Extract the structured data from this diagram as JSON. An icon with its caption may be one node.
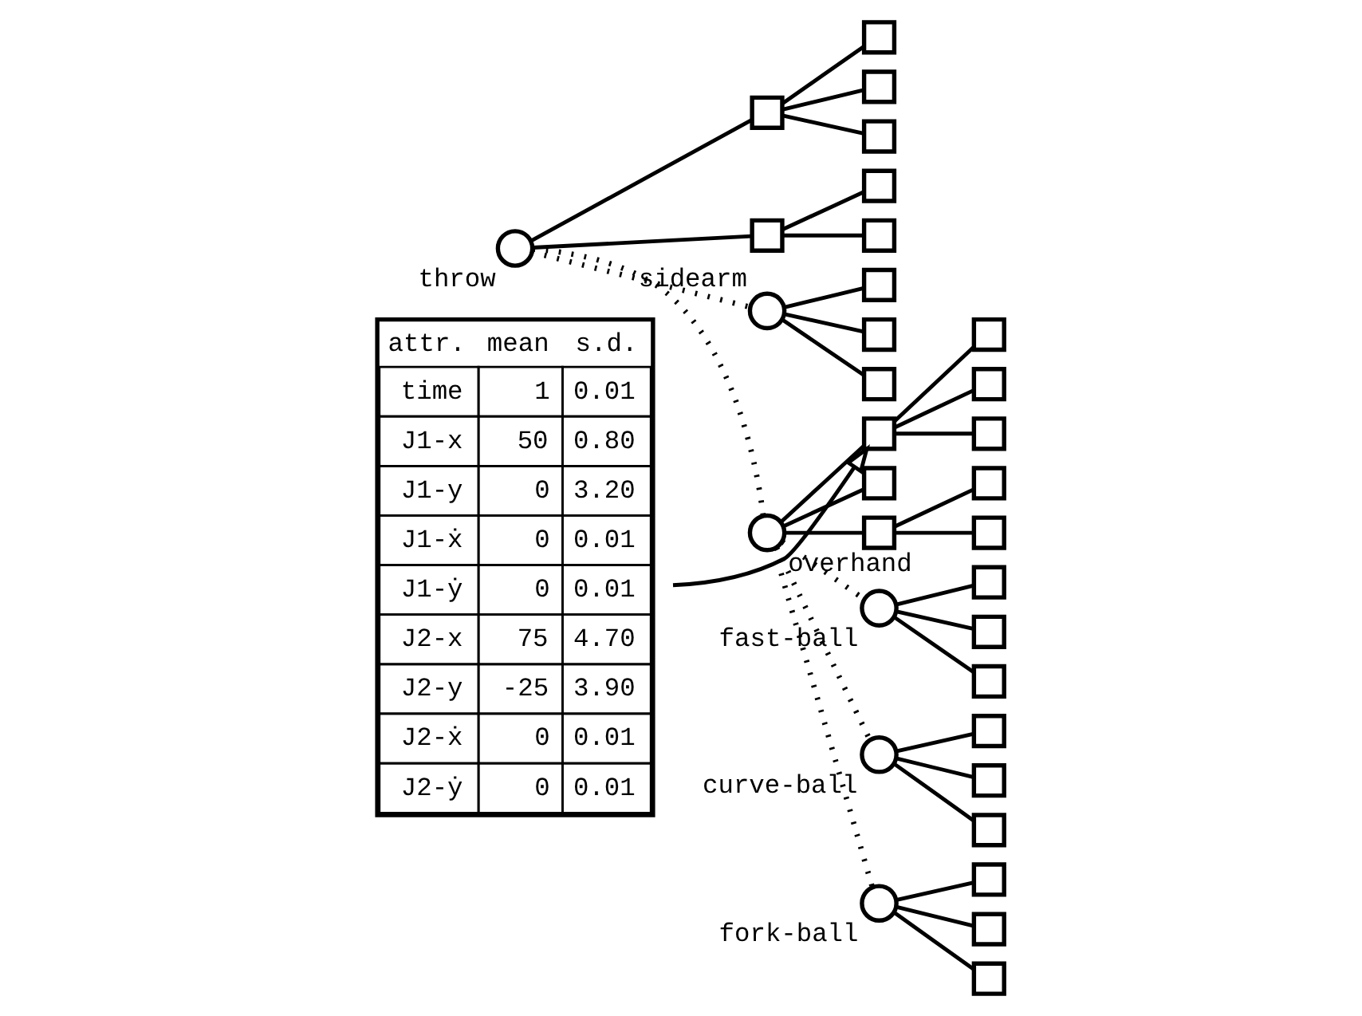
{
  "diagram": {
    "nodes": [
      {
        "text": [],
        "shape": "circle",
        "beside": [
          "throw"
        ]
      },
      {
        "text": [],
        "shape": "box"
      },
      {
        "text": [],
        "shape": "box"
      },
      {
        "text": [],
        "shape": "box"
      },
      {
        "text": [],
        "shape": "box"
      },
      {
        "text": [],
        "shape": "box"
      },
      {
        "text": [],
        "shape": "box"
      },
      {
        "text": [],
        "shape": "box"
      },
      {
        "text": [],
        "shape": "circle",
        "beside": [
          "sidearm"
        ]
      },
      {
        "text": [],
        "shape": "box"
      },
      {
        "text": [],
        "shape": "box"
      },
      {
        "text": [],
        "shape": "box"
      },
      {
        "text": [],
        "shape": "circle",
        "beside": [
          "overhand"
        ]
      },
      {
        "text": [],
        "shape": "box"
      },
      {
        "text": [],
        "shape": "box"
      },
      {
        "text": [],
        "shape": "box"
      },
      {
        "text": [],
        "shape": "box"
      },
      {
        "text": [],
        "shape": "box"
      },
      {
        "text": [],
        "shape": "box"
      },
      {
        "text": [],
        "shape": "box"
      },
      {
        "text": [],
        "shape": "box"
      },
      {
        "text": [],
        "shape": "circle",
        "beside": [
          "fast-ball"
        ]
      },
      {
        "text": [],
        "shape": "box"
      },
      {
        "text": [],
        "shape": "box"
      },
      {
        "text": [],
        "shape": "box"
      },
      {
        "text": [],
        "shape": "circle",
        "beside": [
          "curve-ball"
        ]
      },
      {
        "text": [],
        "shape": "box"
      },
      {
        "text": [],
        "shape": "box"
      },
      {
        "text": [],
        "shape": "box"
      },
      {
        "text": [],
        "shape": "circle",
        "beside": [
          "fork-ball"
        ]
      },
      {
        "text": [],
        "shape": "box"
      },
      {
        "text": [],
        "shape": "box"
      },
      {
        "text": [],
        "shape": "box"
      },
      {
        "text": [
          "attr.",
          "mean",
          "s.d.",
          "time",
          "1",
          "0.01",
          "J1-x",
          "50",
          "0.80",
          "J1-y",
          "0",
          "3.20",
          "J1-ẋ",
          "0",
          "0.01",
          "J1-ẏ",
          "0",
          "0.01",
          "J2-x",
          "75",
          "4.70",
          "J2-y",
          "-25",
          "3.90",
          "J2-ẋ",
          "0",
          "0.01",
          "J2-ẏ",
          "0",
          "0.01"
        ]
      }
    ],
    "edges": [
      {
        "from": 0,
        "to": 1,
        "arrow": "none"
      },
      {
        "from": 1,
        "to": 2,
        "arrow": "none"
      },
      {
        "from": 1,
        "to": 3,
        "arrow": "none"
      },
      {
        "from": 1,
        "to": 4,
        "arrow": "none"
      },
      {
        "from": 0,
        "to": 5,
        "arrow": "none"
      },
      {
        "from": 5,
        "to": 6,
        "arrow": "none"
      },
      {
        "from": 5,
        "to": 7,
        "arrow": "none"
      },
      {
        "from": 0,
        "to": 8,
        "arrow": "none",
        "style": "dashed"
      },
      {
        "from": 8,
        "to": 9,
        "arrow": "none"
      },
      {
        "from": 8,
        "to": 10,
        "arrow": "none"
      },
      {
        "from": 8,
        "to": 11,
        "arrow": "none"
      },
      {
        "from": 0,
        "to": 12,
        "arrow": "none",
        "style": "dashed"
      },
      {
        "from": 12,
        "to": 13,
        "arrow": "none"
      },
      {
        "from": 13,
        "to": 14,
        "arrow": "none"
      },
      {
        "from": 13,
        "to": 15,
        "arrow": "none"
      },
      {
        "from": 13,
        "to": 16,
        "arrow": "none"
      },
      {
        "from": 12,
        "to": 17,
        "arrow": "none"
      },
      {
        "from": 12,
        "to": 18,
        "arrow": "none"
      },
      {
        "from": 18,
        "to": 19,
        "arrow": "none"
      },
      {
        "from": 18,
        "to": 20,
        "arrow": "none"
      },
      {
        "from": 12,
        "to": 21,
        "arrow": "none",
        "style": "dashed"
      },
      {
        "from": 21,
        "to": 22,
        "arrow": "none"
      },
      {
        "from": 21,
        "to": 23,
        "arrow": "none"
      },
      {
        "from": 21,
        "to": 24,
        "arrow": "none"
      },
      {
        "from": 12,
        "to": 25,
        "arrow": "none",
        "style": "dashed"
      },
      {
        "from": 25,
        "to": 26,
        "arrow": "none"
      },
      {
        "from": 25,
        "to": 27,
        "arrow": "none"
      },
      {
        "from": 25,
        "to": 28,
        "arrow": "none"
      },
      {
        "from": 12,
        "to": 29,
        "arrow": "none",
        "style": "dashed"
      },
      {
        "from": 29,
        "to": 30,
        "arrow": "none"
      },
      {
        "from": 29,
        "to": 31,
        "arrow": "none"
      },
      {
        "from": 29,
        "to": 32,
        "arrow": "none"
      },
      {
        "from": 33,
        "to": 13,
        "arrow": "to"
      }
    ]
  }
}
